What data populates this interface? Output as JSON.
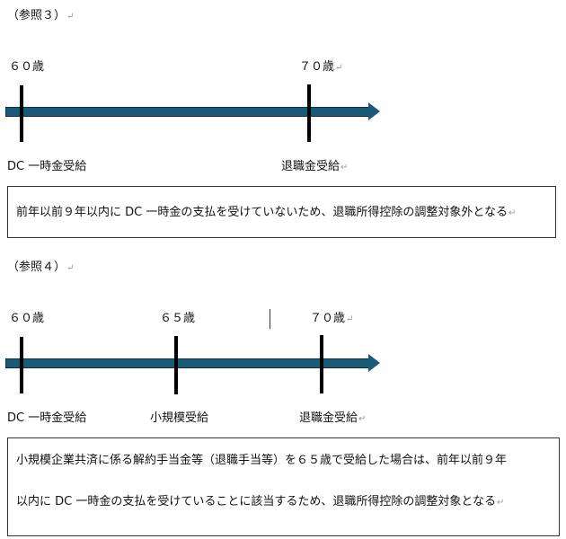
{
  "ref3": {
    "heading": "（参照３）",
    "age_labels": [
      "６０歳",
      "７０歳"
    ],
    "event_labels": [
      "DC 一時金受給",
      "退職金受給"
    ],
    "note": "前年以前９年以内に DC 一時金の支払を受けていないため、退職所得控除の調整対象外となる"
  },
  "ref4": {
    "heading": "（参照４）",
    "age_labels": [
      "６０歳",
      "６５歳",
      "７０歳"
    ],
    "event_labels": [
      "DC 一時金受給",
      "小規模受給",
      "退職金受給"
    ],
    "note_lines": [
      "小規模企業共済に係る解約手当金等（退職手当等）を６５歳で受給した場合は、前年以前９年",
      "以内に DC 一時金の支払を受けていることに該当するため、退職所得控除の調整対象となる"
    ]
  },
  "colors": {
    "arrow": "#1c5a7a"
  },
  "paragraph_mark": "↵"
}
